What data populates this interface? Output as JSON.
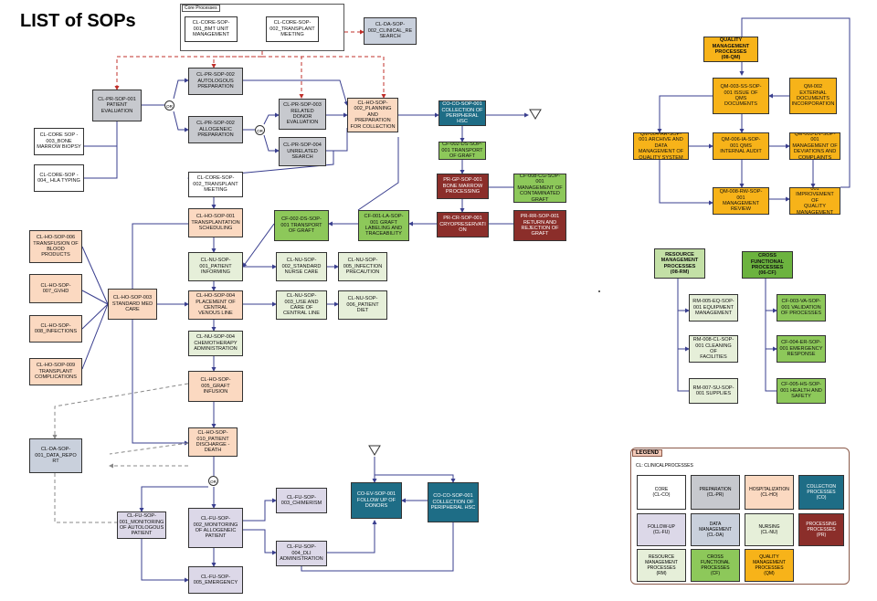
{
  "page_title": "LIST of SOPs",
  "core_processes_label": "Core Processes",
  "or_label": "OR",
  "nodes": {
    "core001": "CL-CORE-SOP-\n001_BMT UNIT\nMANAGEMENT",
    "core002": "CL-CORE-SOP-\n002_TRANSPLANT\nMEETING",
    "da002": "CL-DA-SOP-\n002_CLINICAL_RE\nSEARCH",
    "pr001": "CL-PR-SOP-001\nPATIENT\nEVALUATION",
    "pr002a": "CL-PR-SOP-002\nAUTOLOGOUS\nPREPARATION",
    "pr002b": "CL-PR-SOP-002\nALLOGENEIC\nPREPARATION",
    "pr003": "CL-PR-SOP-003\nRELATED DONOR\nEVALUATION",
    "pr004": "CL-PR-SOP-004\nUNRELATED\nSEARCH",
    "ho002": "CL-HO-SOP-\n002_PLANNING\nAND\nPREPARATION\nFOR COLLECTION",
    "core003": "CL-CORE SOP -\n003_BONE\nMARROW BIOPSY",
    "core004": "CL-CORE-SOP -\n004_ HLA TYPING",
    "coll001a": "CO-CO-SOP-001\nCOLLECTION OF\nPERIPHERAL HSC",
    "cf002": "CF-002-DS-SOP-\n001 TRANSPORT\nOF GRAFT",
    "pr_bm": "PR-GP-SOP-001\nBONE MARROW\nPROCESSING",
    "cf008": "CF-008-CG-SOP-\n001\nMANAGEMENT OF\nCONTAMINATED\nGRAFT",
    "core002b": "CL-CORE-SOP-\n002_TRANSPLANT\nMEETING",
    "ho001": "CL-HO-SOP-001\nTRANSPLANTATION\nSCHEDULING",
    "cf002b": "CF-002-DS-SOP-\n001 TRANSPORT\nOF GRAFT",
    "cf001": "CF-001-LA-SOP-\n001 GRAFT\nLABELING AND\nTRACEABILITY",
    "pr_cryo": "PR-CR-SOP-001\nCRYOPRESERVATI\nON",
    "pr_ret": "PR-RR-SOP-001\nRETURN AND\nREJECTION OF\nGRAFT",
    "ho006": "CL-HO-SOP-006\nTRANSFUSION OF\nBLOOD\nPRODUCTS",
    "ho007": "CL-HO-SOP-\n007_GVHD",
    "ho008": "CL-HO-SOP-\n008_INFECTIONS",
    "ho009": "CL-HO-SOP-009\nTRANSPLANT\nCOMPLICATIONS",
    "ho003": "CL-HO-SOP-003\nSTANDARD MED\nCARE",
    "nu001": "CL-NU-SOP-\n001_PATIENT\nINFORMING",
    "nu002": "CL-NU-SOP-\n002_STANDARD\nNURSE CARE",
    "nu005": "CL-NU-SOP-\n005_INFECTION\nPRECAUTION",
    "ho004": "CL-HO-SOP-004\nPLACEMENT OF\nCENTRAL\nVENOUS LINE",
    "nu003": "CL-NU-SOP-\n003_USE AND\nCARE OF\nCENTRAL LINE",
    "nu006": "CL-NU-SOP-\n006_PATIENT\nDIET",
    "nu004": "CL-NU-SOP-004\nCHEMOTHERAPY\nADMINISTRATION",
    "ho005": "CL-HO-SOP-\n005_GRAFT\nINFUSION",
    "ho010": "CL-HO-SOP-\n010_PATIENT\nDISCHARGE -\nDEATH",
    "da001": "CL-DA-SOP-\n001_DATA_REPO\nRT",
    "fu001": "CL-FU-SOP-\n001_MONITORING\nOF AUTOLOGOUS\nPATIENT",
    "fu002": "CL-FU-SOP-\n002_MONITORING\nOF ALLOGENEIC\nPATIENT",
    "fu003": "CL-FU-SOP-\n003_CHIMERISM",
    "fu004": "CL-FU-SOP-\n004_DLI\nADMINISTRATION",
    "fu005": "CL-FU-SOP-\n005_EMERGENCY",
    "coev": "CO-EV-SOP-001\nFOLLOW UP OF\nDONORS",
    "coll001b": "CO-CO-SOP-001\nCOLLECTION OF\nPERIPHERAL HSC",
    "qm_hdr": "QUALITY\nMANAGEMENT\nPROCESSES\n(08-QM)",
    "qm003": "QM-003-SS-SOP-\n001 ISSUE OF\nQMS\nDOCUMENTS",
    "qm002": "QM-002\nEXTERNAL\nDOCUMENTS\nINCORPORATION",
    "qm004": "QM-004-AR-SOP-\n001 ARCHIVE AND\nDATA\nMANAGEMENT OF\nQUALITY SYSTEM",
    "qm006": "QM-006-IA-SOP-\n001 QMS\nINTERNAL AUDIT",
    "qm005": "QM-005-DV-SOP-\n001 MANAGEMENT OF\nDEVIATIONS AND\nCOMPLAINTS",
    "qm008": "QM-008-RW-SOP-\n001\nMANAGEMENT\nREVIEW",
    "qm007": "QM-007-IM-SOP-001\nIMPROVEMENT OF\nQUALITY\nMANAGEMENT\nSYSTEM",
    "rm_hdr": "RESOURCE\nMANAGEMENT\nPROCESSES\n(08-RM)",
    "cf_hdr": "CROSS FUNCTIONAL\nPROCESSES\n(06-CF)",
    "rm005": "RM-005-EQ-SOP-\n001 EQUIPMENT\nMANAGEMENT",
    "rm008": "RM-008-CL-SOP-\n001 CLEANING OF\nFACILITIES",
    "rm007": "RM-007-SU-SOP-\n001 SUPPLIES",
    "cf003": "CF-003-VA-SOP-\n001 VALIDATION\nOF PROCESSES",
    "cf004": "CF-004-ER-SOP-\n001 EMERGENCY\nRESPONSE",
    "cf005": "CF-005-HS-SOP-\n001 HEALTH AND\nSAFETY"
  },
  "legend": {
    "title": "LEGEND",
    "subtitle": "CL: CLINICALPROCESSES",
    "items": {
      "core": "CORE\n(CL-CO)",
      "prep": "PREPARATION\n(CL-PR)",
      "hosp": "HOSPITALIZATION\n(CL-HO)",
      "coll": "COLLECTION\nPROCESSES\n(CO)",
      "fu": "FOLLOW-UP\n(CL-FU)",
      "da": "DATA\nMANAGEMENT\n(CL-DA)",
      "nur": "NURSING\n(CL-NU)",
      "proc": "PROCESSING\nPROCESSES\n(PR)",
      "rm": "RESOURCE\nMANAGEMENT\nPROCESSES\n(RM)",
      "cf": "CROSS\nFUNCTIONAL\nPROCESSES\n(CF)",
      "qm": "QUALITY\nMANAGEMENT\nPROCESSES\n(QM)"
    }
  },
  "colors": {
    "core": "#ffffff",
    "prep": "#c7c9ce",
    "hosp": "#fbd9c1",
    "coll": "#1e6d86",
    "fu": "#dcd8e8",
    "da": "#c9d0dc",
    "nur": "#e6efd9",
    "proc": "#8b2e2a",
    "rm": "#e6efd9",
    "cf": "#8dc85a",
    "qm": "#f7b319",
    "link": "#3a3f8f",
    "dashed_red": "#c0302b",
    "dashed_gray": "#888888"
  }
}
